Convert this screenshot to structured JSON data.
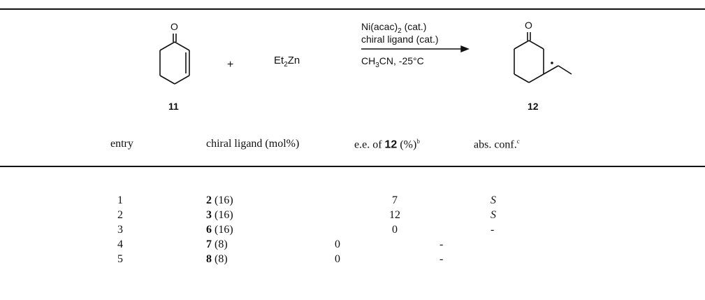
{
  "scheme": {
    "reactant_label": "11",
    "plus": "+",
    "reagent_main": "Et",
    "reagent_sub": "2",
    "reagent_tail": "Zn",
    "conditions": {
      "line1_a": "Ni(acac)",
      "line1_sub": "2",
      "line1_b": " (cat.)",
      "line2": "chiral ligand (cat.)",
      "line3": "CH",
      "line3_sub": "3",
      "line3_b": "CN, -25°C"
    },
    "product_label": "12",
    "oxygen": "O"
  },
  "table": {
    "headers": {
      "entry": "entry",
      "ligand": "chiral ligand (mol%)",
      "ee_prefix": "e.e. of ",
      "ee_bold": "12",
      "ee_suffix": " (%)",
      "ee_sup": "b",
      "abs": "abs. conf.",
      "abs_sup": "c"
    },
    "rows": [
      {
        "entry": "1",
        "ligand": "2",
        "mol": " (16)",
        "ee": "7",
        "abs": "S"
      },
      {
        "entry": "2",
        "ligand": "3",
        "mol": " (16)",
        "ee": "12",
        "abs": "S"
      },
      {
        "entry": "3",
        "ligand": "6",
        "mol": " (16)",
        "ee": "0",
        "abs": "-"
      },
      {
        "entry": "4",
        "ligand": "7",
        "mol": " (8)",
        "ee": "0",
        "abs": "-"
      },
      {
        "entry": "5",
        "ligand": "8",
        "mol": " (8)",
        "ee": "0",
        "abs": "-"
      }
    ]
  }
}
